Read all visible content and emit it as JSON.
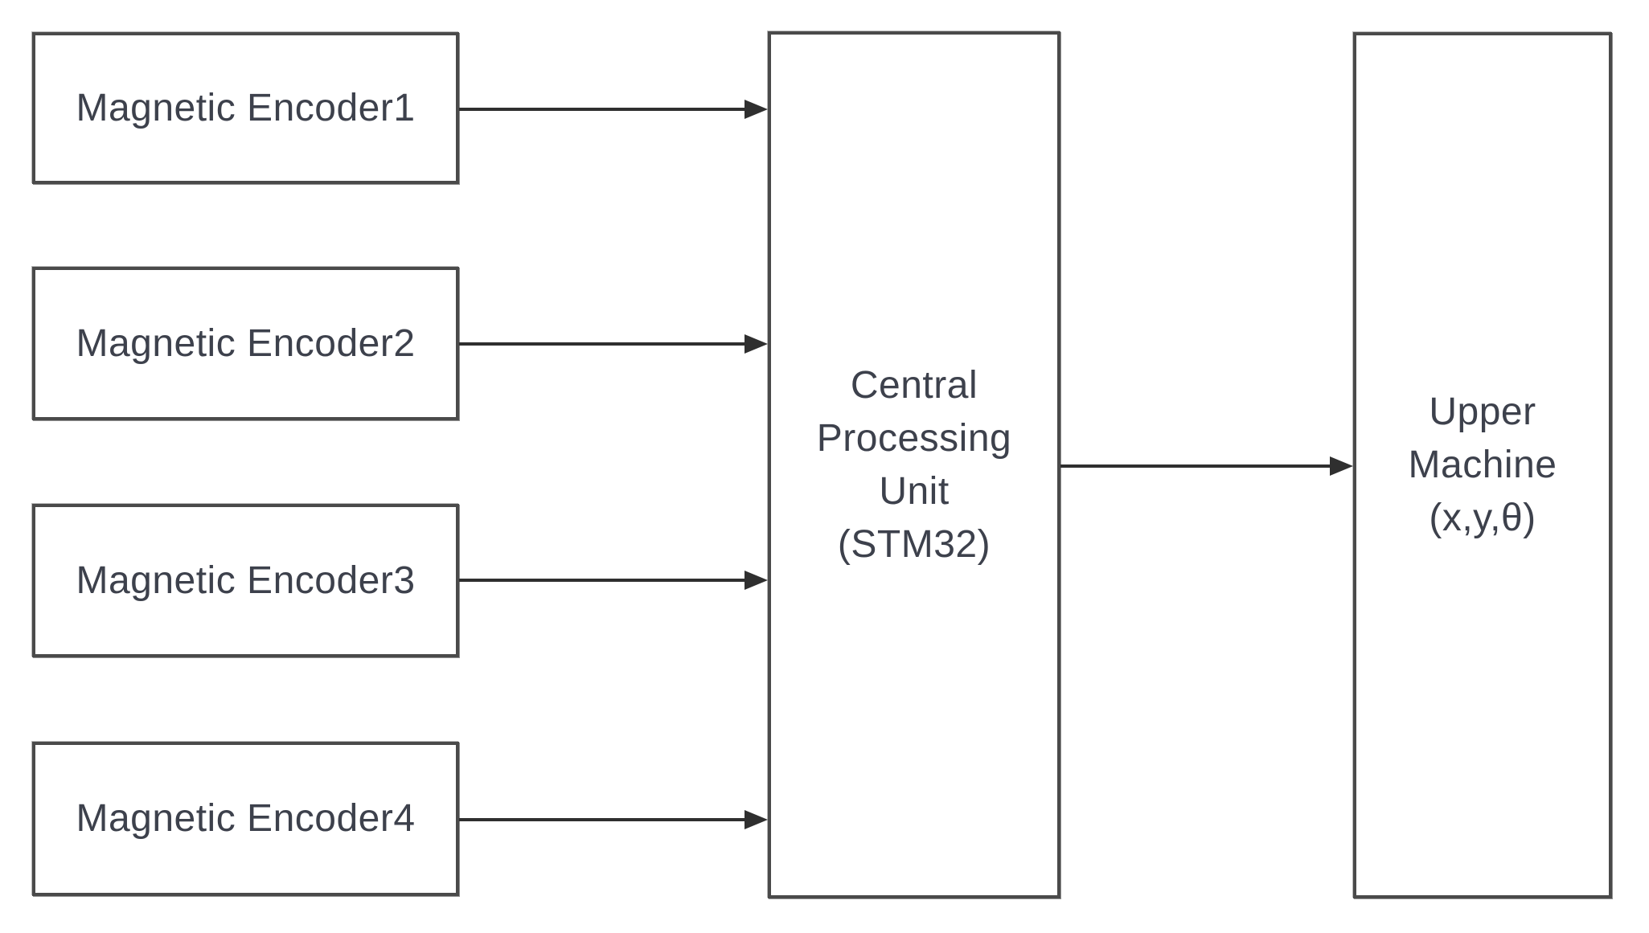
{
  "diagram": {
    "title": "Magnetic encoder data-flow block diagram",
    "colors": {
      "background": "#ffffff",
      "box_border": "#4a4a4a",
      "text": "#3d414c",
      "arrow": "#2f2f2f"
    },
    "nodes": {
      "encoder1": {
        "label": "Magnetic Encoder1"
      },
      "encoder2": {
        "label": "Magnetic Encoder2"
      },
      "encoder3": {
        "label": "Magnetic Encoder3"
      },
      "encoder4": {
        "label": "Magnetic Encoder4"
      },
      "cpu": {
        "lines": [
          "Central",
          "Processing",
          "Unit",
          "(STM32)"
        ]
      },
      "upper": {
        "lines": [
          "Upper",
          "Machine",
          "(x,y,θ)"
        ]
      }
    },
    "connections": [
      {
        "from": "Magnetic Encoder1",
        "to": "Central Processing Unit (STM32)"
      },
      {
        "from": "Magnetic Encoder2",
        "to": "Central Processing Unit (STM32)"
      },
      {
        "from": "Magnetic Encoder3",
        "to": "Central Processing Unit (STM32)"
      },
      {
        "from": "Magnetic Encoder4",
        "to": "Central Processing Unit (STM32)"
      },
      {
        "from": "Central Processing Unit (STM32)",
        "to": "Upper Machine (x,y,θ)"
      }
    ]
  }
}
